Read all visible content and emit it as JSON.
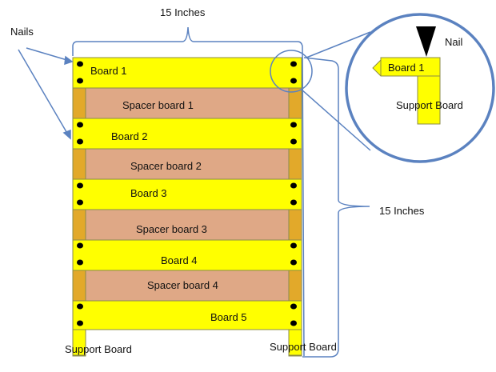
{
  "diagram": {
    "top_dimension_label": "15 Inches",
    "side_dimension_label": "15 Inches",
    "nails_label": "Nails",
    "boards": [
      {
        "label": "Board 1"
      },
      {
        "label": "Board 2"
      },
      {
        "label": "Board 3"
      },
      {
        "label": "Board 4"
      },
      {
        "label": "Board 5"
      }
    ],
    "spacers": [
      {
        "label": "Spacer board 1"
      },
      {
        "label": "Spacer board 2"
      },
      {
        "label": "Spacer board 3"
      },
      {
        "label": "Spacer board 4"
      }
    ],
    "support_left_label": "Support Board",
    "support_right_label": "Support Board",
    "detail": {
      "nail_label": "Nail",
      "board_label": "Board 1",
      "support_label": "Support Board"
    },
    "colors": {
      "board": "#ffff00",
      "spacer": "#dfa886",
      "support": "#e2a92a",
      "outline": "#8b8b4a",
      "callout": "#5b82c0",
      "nail": "#000000"
    }
  }
}
